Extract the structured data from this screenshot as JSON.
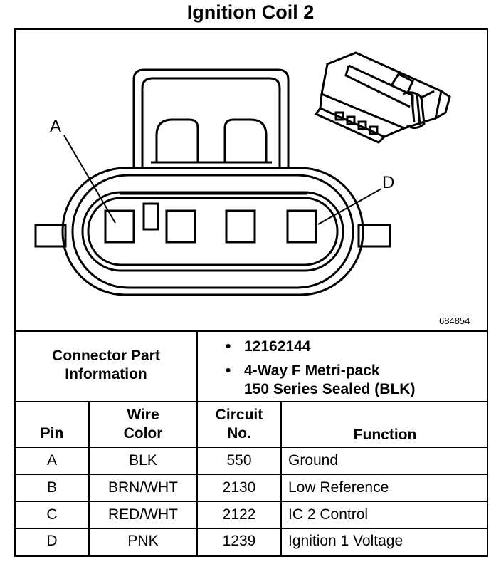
{
  "title": "Ignition Coil 2",
  "diagram": {
    "figure_id": "684854",
    "pin_labels": [
      "A",
      "D"
    ]
  },
  "connector_info": {
    "label_line1": "Connector Part",
    "label_line2": "Information",
    "part_number": "12162144",
    "description_line1": "4-Way F Metri-pack",
    "description_line2": "150 Series Sealed (BLK)"
  },
  "table": {
    "headers": {
      "pin": "Pin",
      "wire_color_1": "Wire",
      "wire_color_2": "Color",
      "circuit_1": "Circuit",
      "circuit_2": "No.",
      "function": "Function"
    },
    "rows": [
      {
        "pin": "A",
        "color": "BLK",
        "circuit": "550",
        "function": "Ground"
      },
      {
        "pin": "B",
        "color": "BRN/WHT",
        "circuit": "2130",
        "function": "Low Reference"
      },
      {
        "pin": "C",
        "color": "RED/WHT",
        "circuit": "2122",
        "function": "IC 2 Control"
      },
      {
        "pin": "D",
        "color": "PNK",
        "circuit": "1239",
        "function": "Ignition 1 Voltage"
      }
    ]
  }
}
